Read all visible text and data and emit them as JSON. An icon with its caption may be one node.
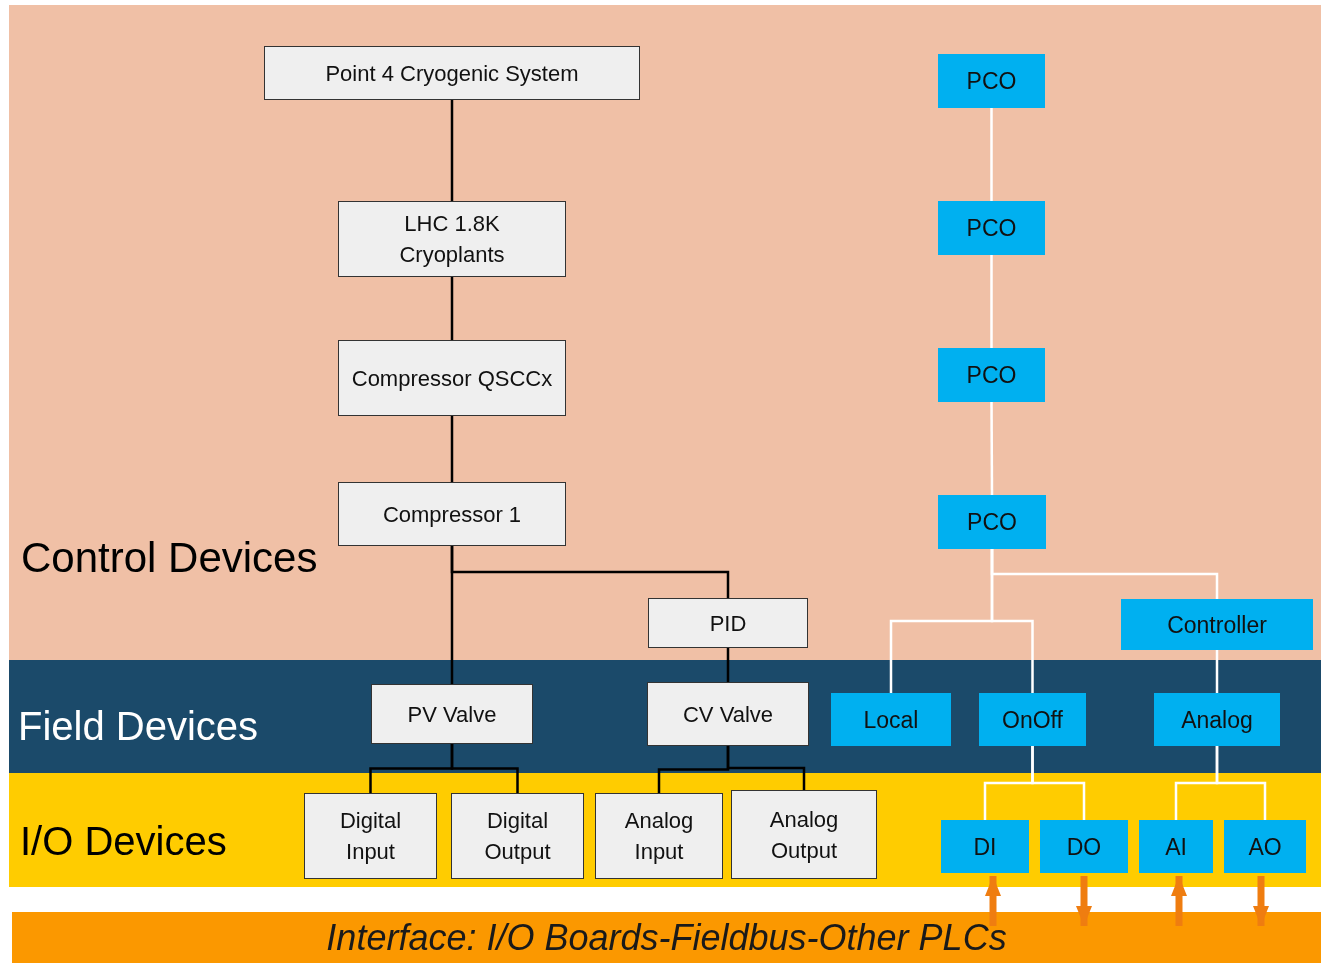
{
  "diagram": {
    "nodes": [
      {
        "text": [
          "Control Devices"
        ]
      },
      {
        "text": [
          "Field Devices"
        ]
      },
      {
        "text": [
          "I/O Devices"
        ]
      },
      {
        "text": [
          "Interface: I/O Boards-Fieldbus-Other PLCs"
        ]
      },
      {
        "text": [
          "Point 4 Cryogenic System"
        ],
        "in": 0
      },
      {
        "text": [
          "LHC 1.8K Cryoplants"
        ],
        "in": 0
      },
      {
        "text": [
          "Compressor QSCCx"
        ],
        "in": 0
      },
      {
        "text": [
          "Compressor 1"
        ],
        "in": 0
      },
      {
        "text": [
          "PID"
        ],
        "in": 0
      },
      {
        "text": [
          "PV Valve"
        ],
        "in": 1
      },
      {
        "text": [
          "CV Valve"
        ],
        "in": 1
      },
      {
        "text": [
          "Digital Input"
        ],
        "in": 2
      },
      {
        "text": [
          "Digital Output"
        ],
        "in": 2
      },
      {
        "text": [
          "Analog Input"
        ],
        "in": 2
      },
      {
        "text": [
          "Analog Output"
        ],
        "in": 2
      },
      {
        "text": [
          "PCO"
        ],
        "in": 0
      },
      {
        "text": [
          "PCO"
        ],
        "in": 0
      },
      {
        "text": [
          "PCO"
        ],
        "in": 0
      },
      {
        "text": [
          "PCO"
        ],
        "in": 0
      },
      {
        "text": [
          "Controller"
        ],
        "in": 0
      },
      {
        "text": [
          "Local"
        ],
        "in": 1
      },
      {
        "text": [
          "OnOff"
        ],
        "in": 1
      },
      {
        "text": [
          "Analog"
        ],
        "in": 1
      },
      {
        "text": [
          "DI"
        ],
        "in": 2
      },
      {
        "text": [
          "DO"
        ],
        "in": 2
      },
      {
        "text": [
          "AI"
        ],
        "in": 2
      },
      {
        "text": [
          "AO"
        ],
        "in": 2
      }
    ],
    "edges": [
      {
        "from": 4,
        "to": 5,
        "arrow": "none",
        "color": "#000000"
      },
      {
        "from": 5,
        "to": 6,
        "arrow": "none",
        "color": "#000000"
      },
      {
        "from": 6,
        "to": 7,
        "arrow": "none",
        "color": "#000000"
      },
      {
        "from": 7,
        "to": 9,
        "arrow": "none",
        "color": "#000000"
      },
      {
        "from": 7,
        "to": 8,
        "arrow": "none",
        "color": "#000000"
      },
      {
        "from": 8,
        "to": 10,
        "arrow": "none",
        "color": "#000000"
      },
      {
        "from": 9,
        "to": 11,
        "arrow": "none",
        "color": "#000000"
      },
      {
        "from": 9,
        "to": 12,
        "arrow": "none",
        "color": "#000000"
      },
      {
        "from": 10,
        "to": 13,
        "arrow": "none",
        "color": "#000000"
      },
      {
        "from": 10,
        "to": 14,
        "arrow": "none",
        "color": "#000000"
      },
      {
        "from": 15,
        "to": 16,
        "arrow": "none",
        "color": "#ffffff"
      },
      {
        "from": 16,
        "to": 17,
        "arrow": "none",
        "color": "#ffffff"
      },
      {
        "from": 17,
        "to": 18,
        "arrow": "none",
        "color": "#ffffff"
      },
      {
        "from": 18,
        "to": 20,
        "arrow": "none",
        "color": "#ffffff"
      },
      {
        "from": 18,
        "to": 21,
        "arrow": "none",
        "color": "#ffffff"
      },
      {
        "from": 18,
        "to": 19,
        "arrow": "none",
        "color": "#ffffff"
      },
      {
        "from": 19,
        "to": 22,
        "arrow": "none",
        "color": "#ffffff"
      },
      {
        "from": 21,
        "to": 23,
        "arrow": "none",
        "color": "#ffffff"
      },
      {
        "from": 21,
        "to": 24,
        "arrow": "none",
        "color": "#ffffff"
      },
      {
        "from": 22,
        "to": 25,
        "arrow": "none",
        "color": "#ffffff"
      },
      {
        "from": 22,
        "to": 26,
        "arrow": "none",
        "color": "#ffffff"
      },
      {
        "from": 3,
        "to": 23,
        "arrow": "to",
        "style": "thick",
        "color": "#ef7d10"
      },
      {
        "from": 24,
        "to": 3,
        "arrow": "to",
        "style": "thick",
        "color": "#ef7d10"
      },
      {
        "from": 3,
        "to": 25,
        "arrow": "to",
        "style": "thick",
        "color": "#ef7d10"
      },
      {
        "from": 26,
        "to": 3,
        "arrow": "to",
        "style": "thick",
        "color": "#ef7d10"
      }
    ]
  }
}
